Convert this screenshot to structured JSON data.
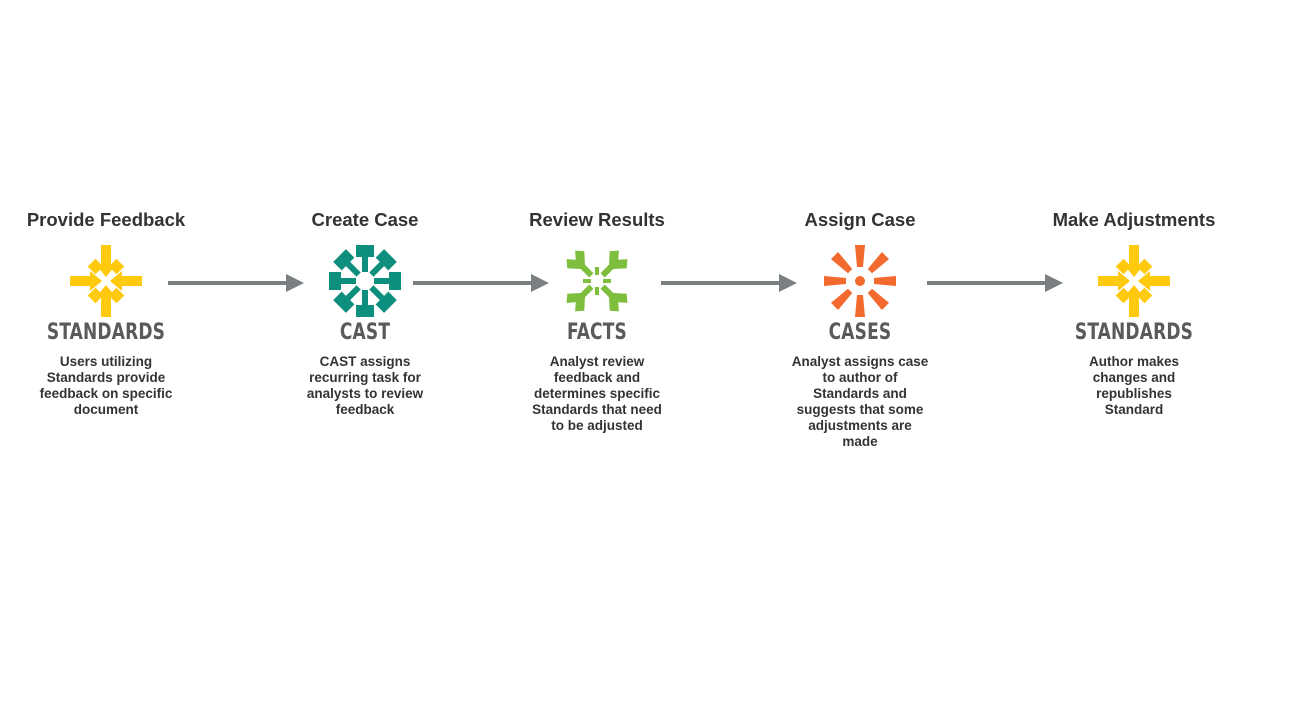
{
  "steps": [
    {
      "title": "Provide Feedback",
      "brand": "STANDARDS",
      "icon": "standards-icon",
      "color": "#FFC90E",
      "description": "Users utilizing Standards provide feedback on specific document"
    },
    {
      "title": "Create Case",
      "brand": "CAST",
      "icon": "cast-icon",
      "color": "#0E8E7C",
      "description": "CAST assigns recurring task for analysts to review feedback"
    },
    {
      "title": "Review Results",
      "brand": "FACTS",
      "icon": "facts-icon",
      "color": "#7DBE3C",
      "description": "Analyst review feedback and determines specific Standards that need to be adjusted"
    },
    {
      "title": "Assign Case",
      "brand": "CASES",
      "icon": "cases-icon",
      "color": "#F26A2E",
      "description": "Analyst assigns case to author of Standards and suggests that some adjustments are made"
    },
    {
      "title": "Make Adjustments",
      "brand": "STANDARDS",
      "icon": "standards-icon",
      "color": "#FFC90E",
      "description": "Author makes changes and republishes Standard"
    }
  ],
  "arrow_color": "#7A7F82"
}
